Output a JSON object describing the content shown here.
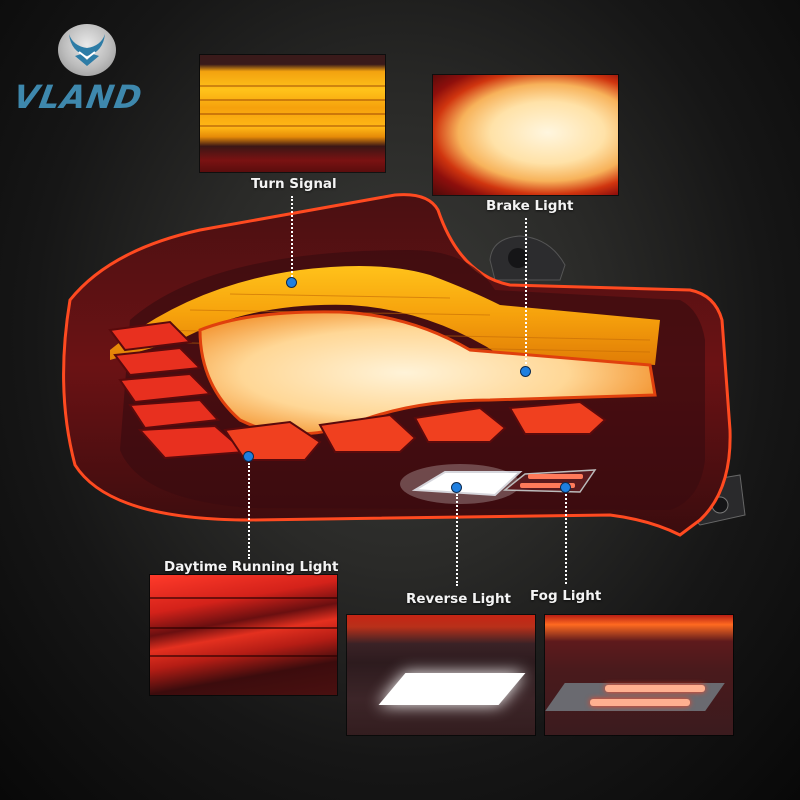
{
  "brand": {
    "name": "VLAND",
    "logo_icon": "vland-wing-emblem-icon",
    "colors": {
      "text": "#3e88ad",
      "emblem": "#c4c4c4",
      "wing": "#2d7ca6"
    }
  },
  "product": {
    "description": "Sequential LED tail light assembly with callouts",
    "background": "#2a2a28",
    "accent_dot_color": "#1e7fe0"
  },
  "callouts": [
    {
      "id": "turn-signal",
      "label": "Turn Signal",
      "color": "#ffb414"
    },
    {
      "id": "brake-light",
      "label": "Brake Light",
      "color": "#ffe6b0"
    },
    {
      "id": "daytime-running-light",
      "label": "Daytime Running Light",
      "color": "#e8301f"
    },
    {
      "id": "reverse-light",
      "label": "Reverse Light",
      "color": "#ffffff"
    },
    {
      "id": "fog-light",
      "label": "Fog Light",
      "color": "#ff4a30"
    }
  ]
}
